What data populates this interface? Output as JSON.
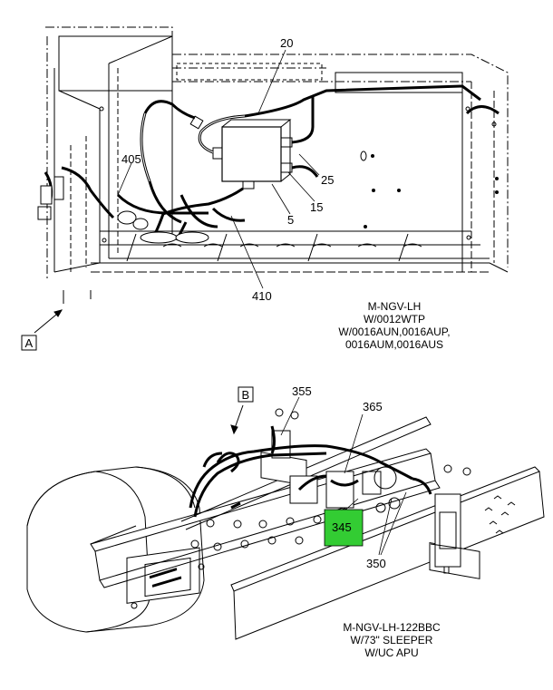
{
  "callouts_top": [
    "20",
    "405",
    "25",
    "15",
    "5",
    "410"
  ],
  "view_a_label": "A",
  "caption_top": [
    "M-NGV-LH",
    "W/0012WTP",
    "W/0016AUN,0016AUP,",
    "0016AUM,0016AUS"
  ],
  "callouts_bottom": [
    "355",
    "365",
    "345",
    "350"
  ],
  "view_b_label": "B",
  "caption_bottom": [
    "M-NGV-LH-122BBC",
    "W/73\" SLEEPER",
    "W/UC APU"
  ],
  "highlight_color": "#33cc33"
}
